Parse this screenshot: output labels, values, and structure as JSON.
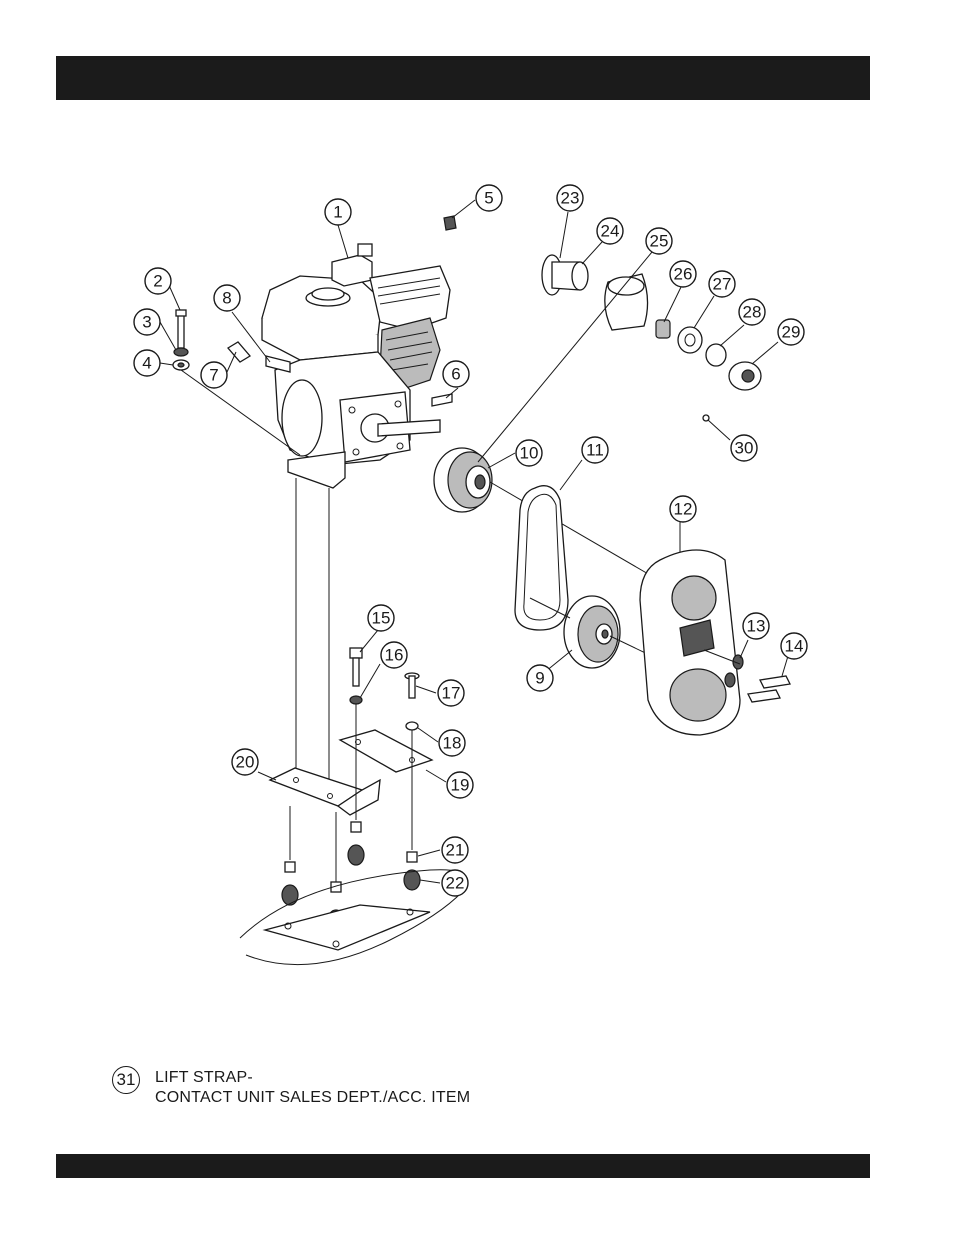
{
  "callouts": [
    "1",
    "2",
    "3",
    "4",
    "5",
    "6",
    "7",
    "8",
    "9",
    "10",
    "11",
    "12",
    "13",
    "14",
    "15",
    "16",
    "17",
    "18",
    "19",
    "20",
    "21",
    "22",
    "23",
    "24",
    "25",
    "26",
    "27",
    "28",
    "29",
    "30"
  ],
  "note": {
    "number": "31",
    "line1": "LIFT STRAP-",
    "line2": "CONTACT UNIT SALES DEPT./ACC. ITEM"
  },
  "colors": {
    "bar": "#1b1b1b",
    "ink": "#1a1a1a"
  }
}
